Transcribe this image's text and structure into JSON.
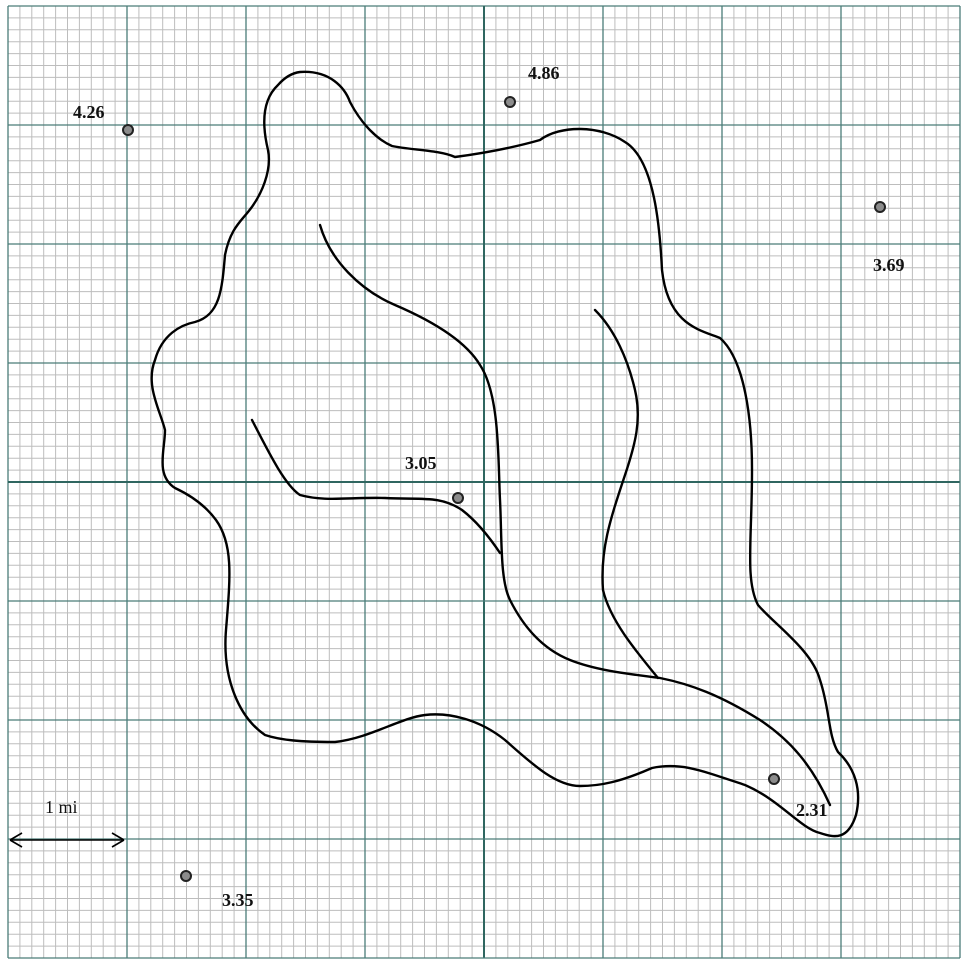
{
  "gauges": [
    {
      "id": "gauge-nw",
      "value": "4.26"
    },
    {
      "id": "gauge-north",
      "value": "4.86"
    },
    {
      "id": "gauge-east",
      "value": "3.69"
    },
    {
      "id": "gauge-center",
      "value": "3.05"
    },
    {
      "id": "gauge-se",
      "value": "2.31"
    },
    {
      "id": "gauge-sw",
      "value": "3.35"
    }
  ],
  "scale": {
    "label": "1 mi"
  },
  "colors": {
    "minor_grid": "#bdbdbd",
    "major_grid": "#4a7c78",
    "gauge_fill": "#8c8c8c",
    "line": "#000000"
  }
}
